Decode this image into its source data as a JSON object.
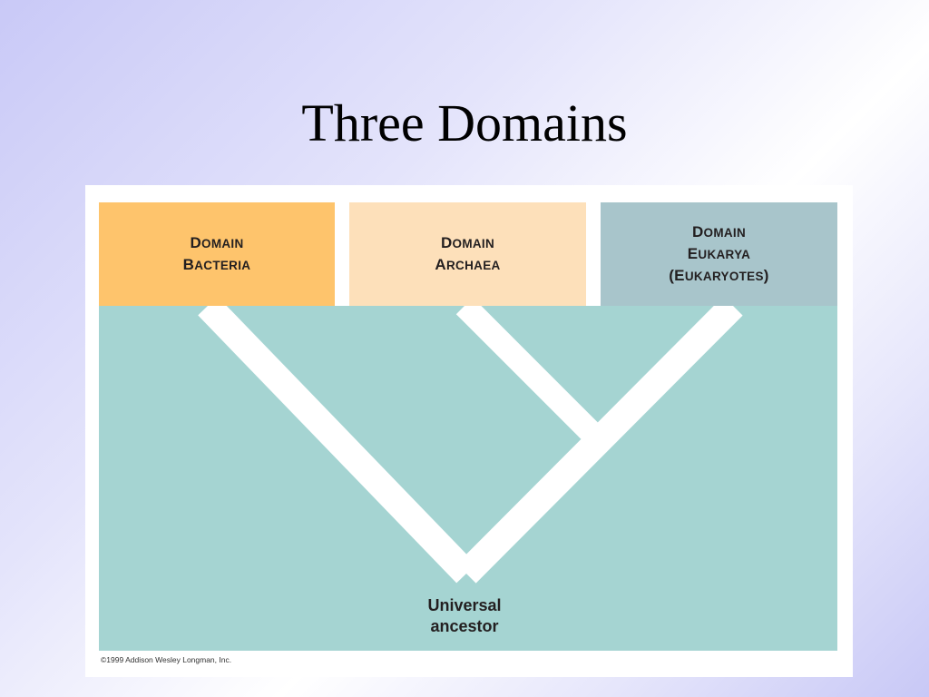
{
  "slide": {
    "title": "Three Domains"
  },
  "diagram": {
    "domains": [
      {
        "line1_initial": "D",
        "line1_rest": "OMAIN",
        "line2_initial": "B",
        "line2_rest": "ACTERIA",
        "line3": "",
        "color": "#fec46c"
      },
      {
        "line1_initial": "D",
        "line1_rest": "OMAIN",
        "line2_initial": "A",
        "line2_rest": "RCHAEA",
        "line3": "",
        "color": "#fde0ba"
      },
      {
        "line1_initial": "D",
        "line1_rest": "OMAIN",
        "line2_initial": "E",
        "line2_rest": "UKARYA",
        "line3_open": "(E",
        "line3_rest": "UKARYOTES",
        "line3_close": ")",
        "color": "#a8c5cb"
      }
    ],
    "root_label_line1": "Universal",
    "root_label_line2": "ancestor",
    "tree_color": "#a5d4d2",
    "branch_color": "#ffffff",
    "copyright": "©1999 Addison Wesley Longman, Inc."
  }
}
